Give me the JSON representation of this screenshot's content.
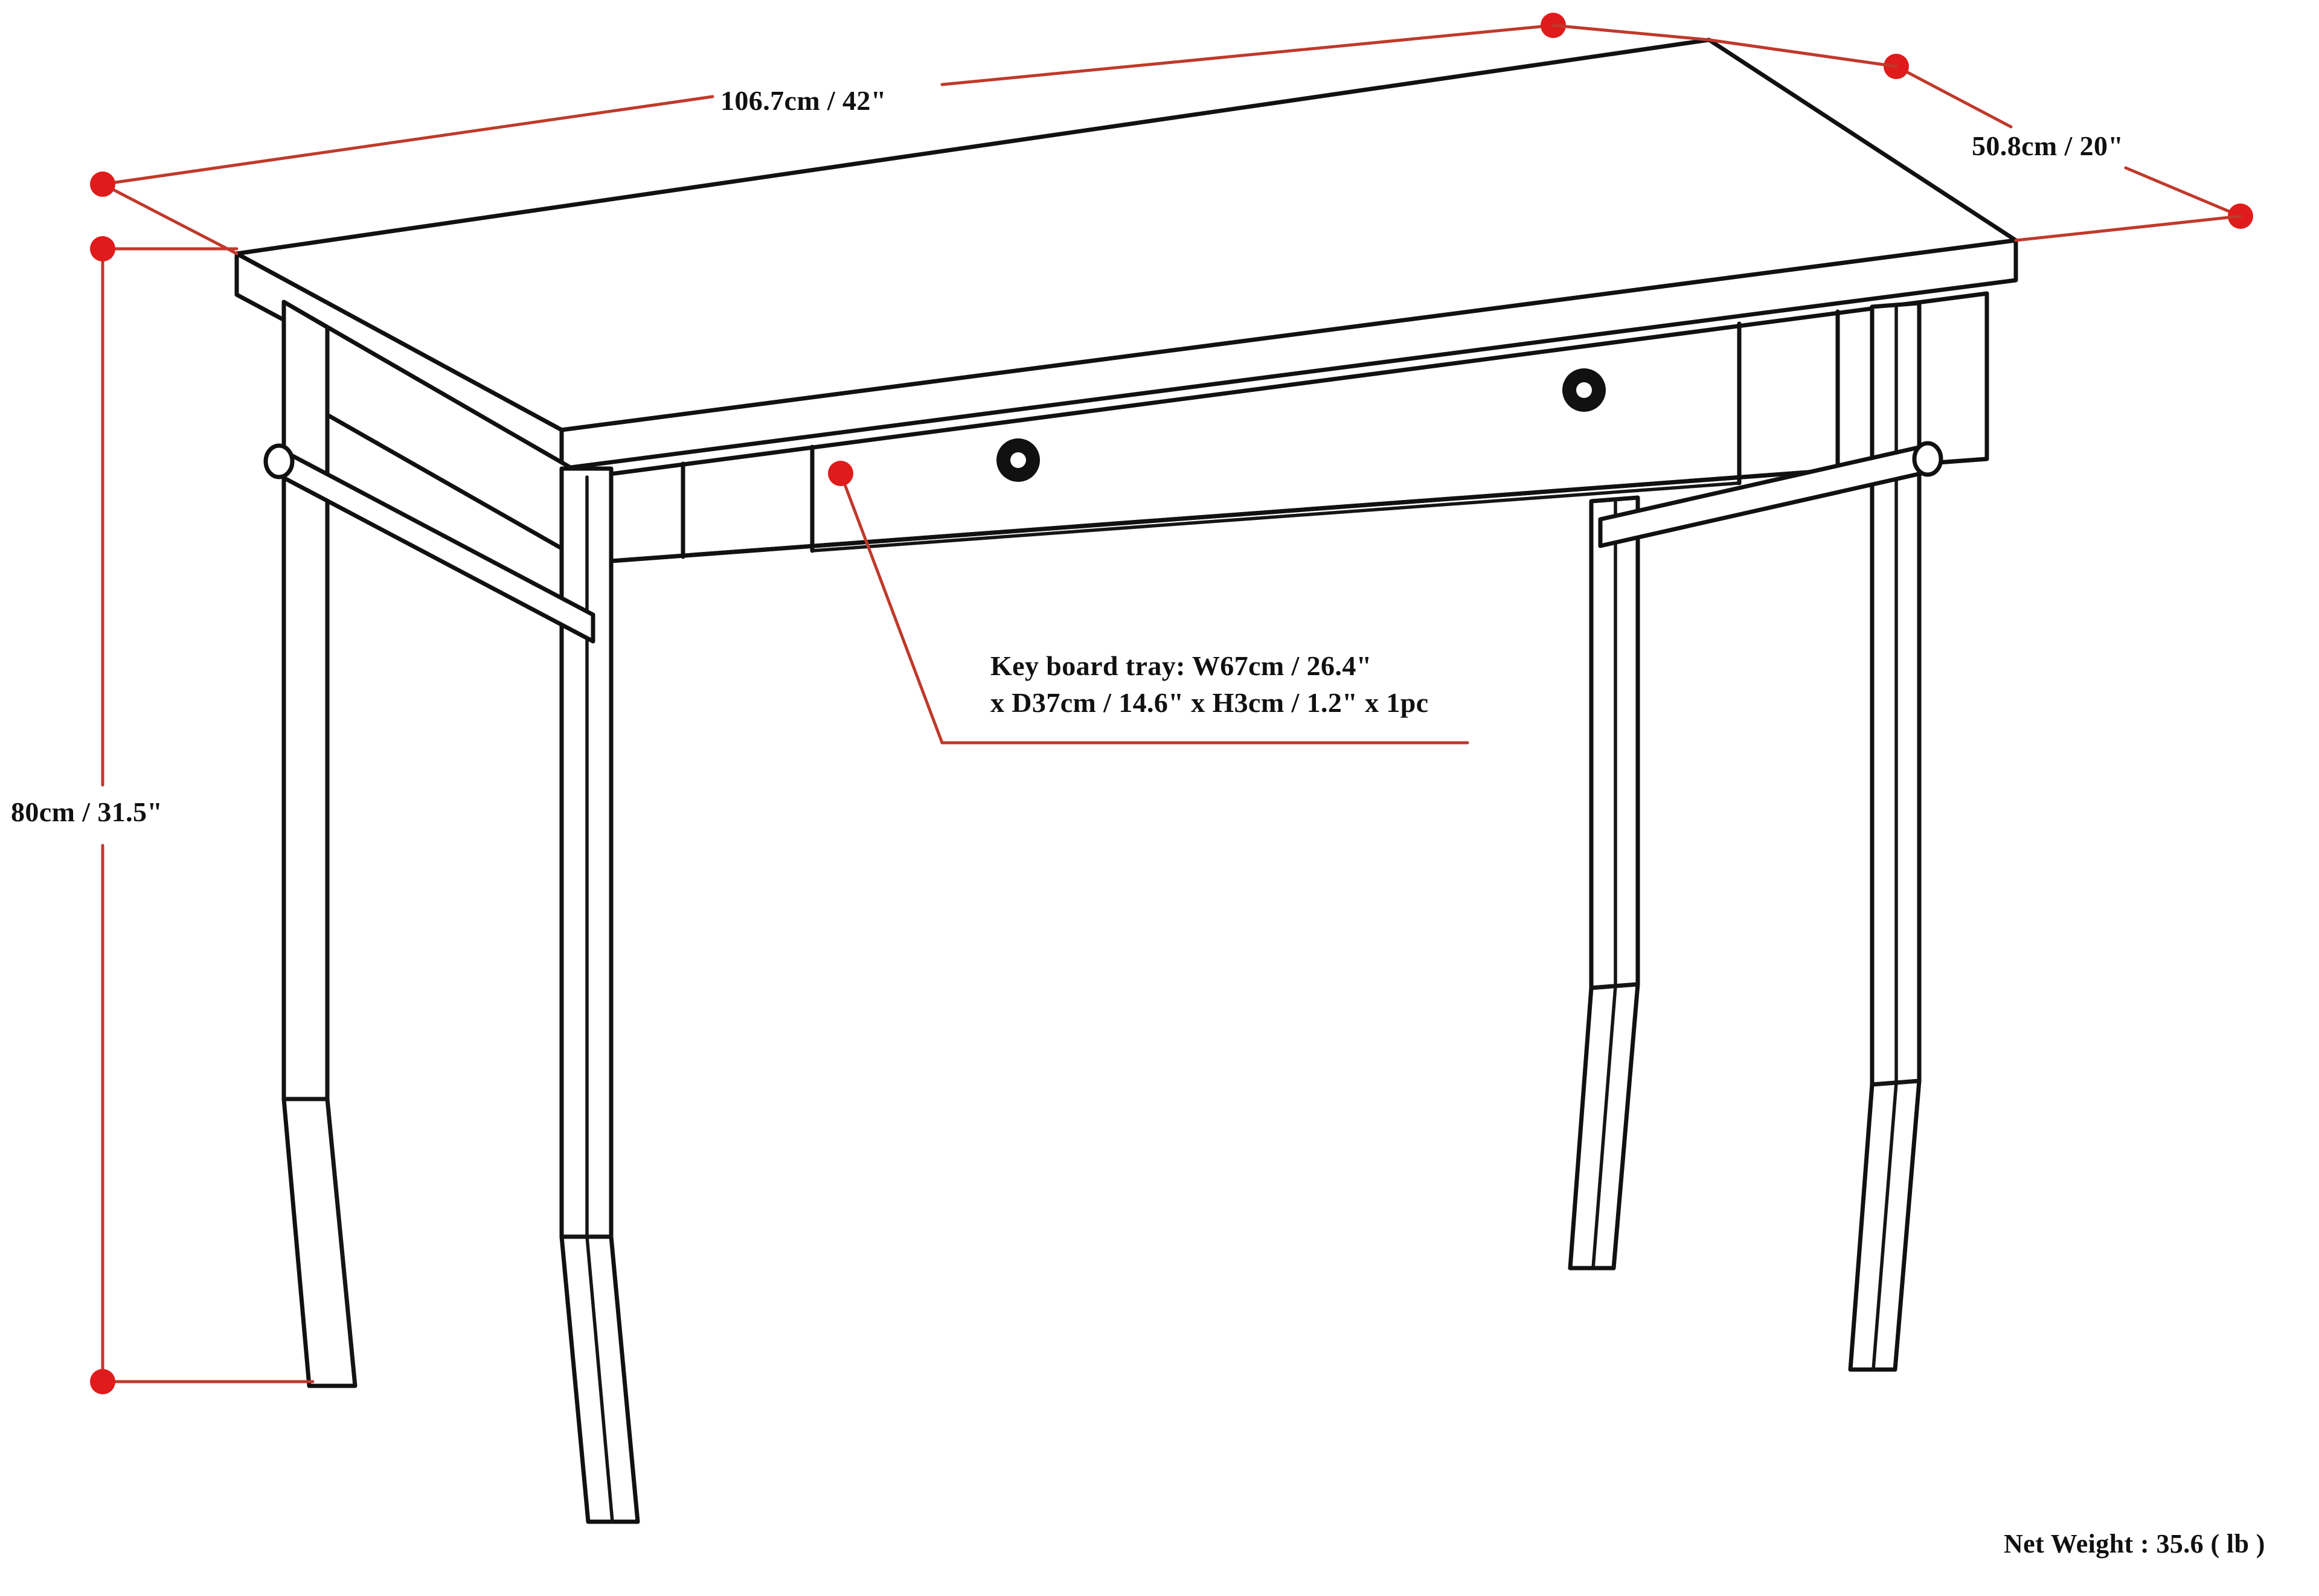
{
  "drawing": {
    "title": "Desk dimension drawing",
    "subject": "writing desk with single drawer and keyboard tray",
    "line_color": "#111111",
    "dimension_color": "#c0392b",
    "dimension_marker_color": "#e01b1b",
    "background": "#ffffff"
  },
  "dimensions": {
    "width": {
      "label": "106.7cm / 42\"",
      "metric": "106.7cm",
      "imperial": "42\""
    },
    "depth": {
      "label": "50.8cm / 20\"",
      "metric": "50.8cm",
      "imperial": "20\""
    },
    "height": {
      "label": "80cm / 31.5\"",
      "metric": "80cm",
      "imperial": "31.5\""
    }
  },
  "annotations": {
    "keyboard_tray": {
      "line1": "Key board tray: W67cm / 26.4\"",
      "line2": "x D37cm / 14.6\" x H3cm / 1.2\" x 1pc",
      "width": "W67cm / 26.4\"",
      "depth": "D37cm / 14.6\"",
      "height": "H3cm / 1.2\"",
      "quantity": "1pc"
    }
  },
  "footer": {
    "net_weight": "Net Weight : 35.6 ( lb )",
    "weight_value": "35.6",
    "weight_unit": "lb"
  },
  "parts": {
    "tabletop": "desk-top",
    "apron": "front-apron",
    "drawer": "center-drawer",
    "knob_left": "drawer-knob-left",
    "knob_right": "drawer-knob-right",
    "legs": [
      "front-left-leg",
      "rear-left-leg",
      "rear-right-leg",
      "front-right-leg"
    ]
  }
}
